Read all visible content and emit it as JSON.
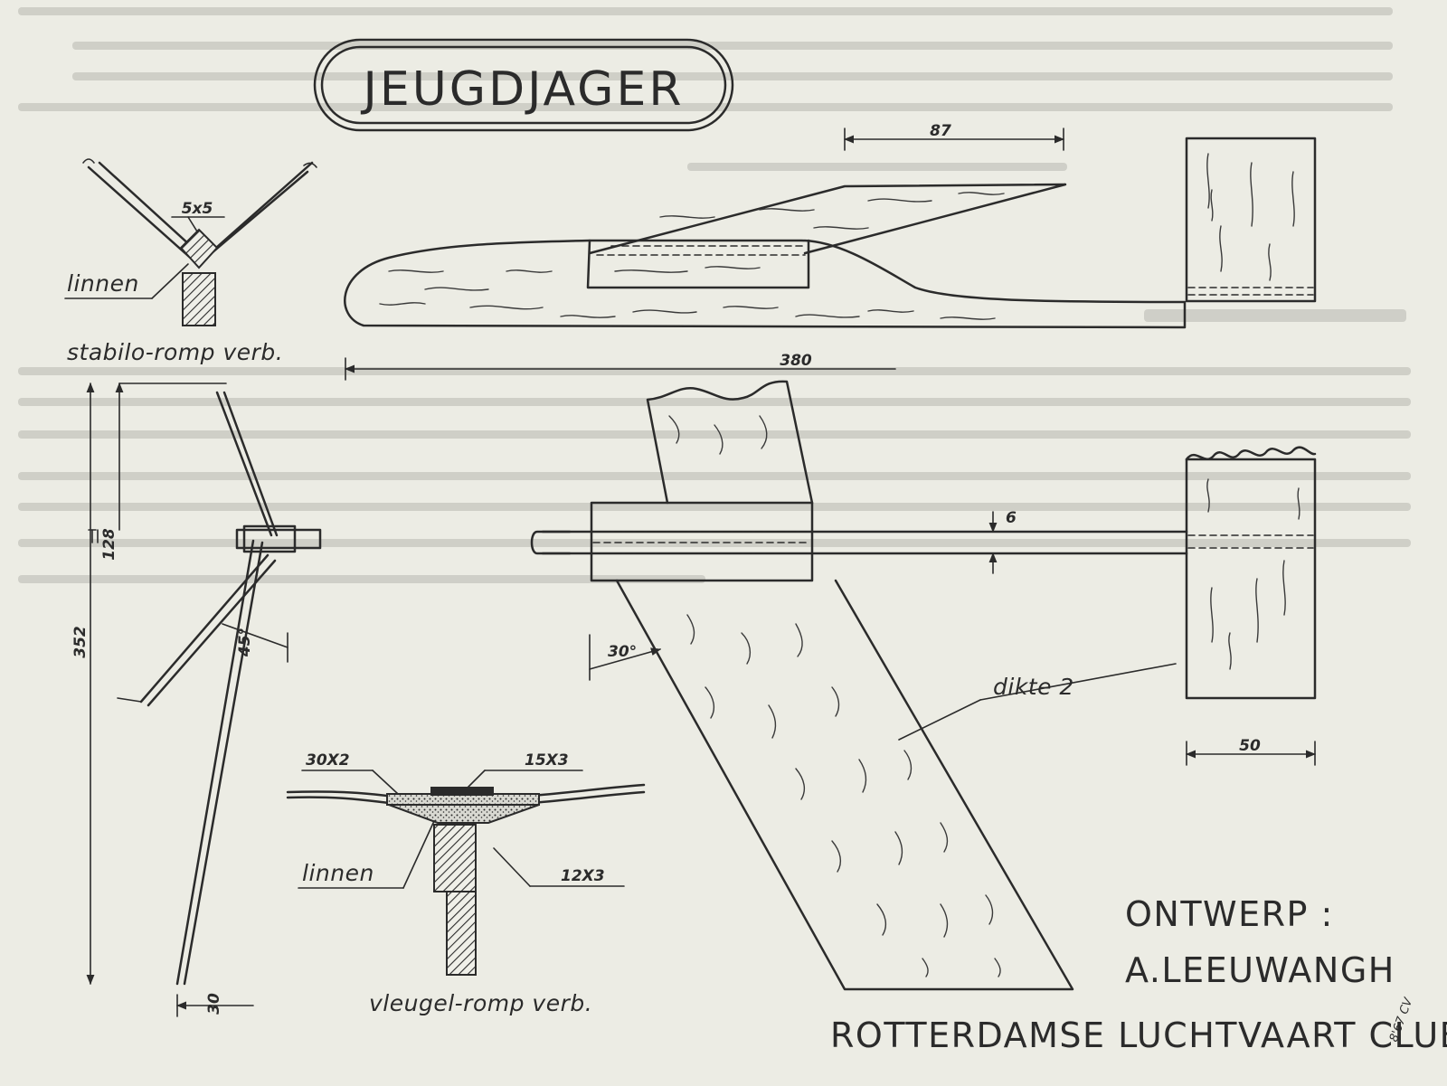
{
  "title": "JEUGDJAGER",
  "labels": {
    "linnen_top": "linnen",
    "dim_5x5": "5x5",
    "stabilo_romp": "stabilo-romp verb.",
    "dim_30x2": "30X2",
    "dim_15x3": "15X3",
    "linnen_bottom": "linnen",
    "dim_12x3": "12X3",
    "vleugel_romp": "vleugel-romp verb.",
    "dikte": "dikte 2"
  },
  "dimensions": {
    "d87": "87",
    "d380": "380",
    "d6": "6",
    "d128": "128",
    "d352": "352",
    "d45": "45°",
    "d30deg": "30°",
    "d30": "30",
    "d50": "50"
  },
  "credits": {
    "line1": "ONTWERP :",
    "line2": "A.LEEUWANGH",
    "line3": "ROTTERDAMSE LUCHTVAART CLUB"
  },
  "signature": "8'67 CV",
  "colors": {
    "paper": "#ecece4",
    "ink": "#2b2b2b",
    "show_through": "#b8b8b0"
  }
}
